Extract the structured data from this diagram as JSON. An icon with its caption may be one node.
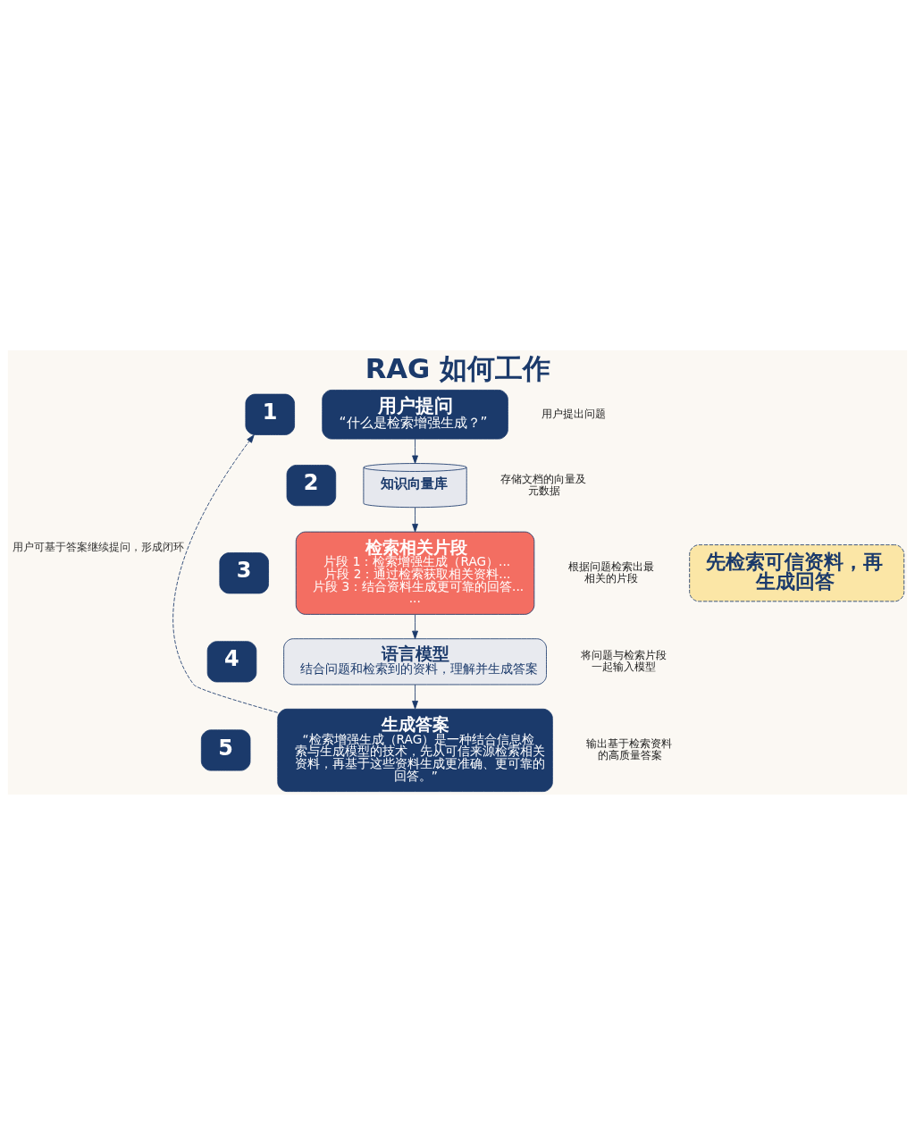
{
  "diagram": {
    "title": "RAG 如何工作",
    "nodes": [
      {
        "text": [
          "1"
        ]
      },
      {
        "text": [
          "用户提问",
          "“什么是检索增强生成？”"
        ],
        "beside": [
          "用户提出问题"
        ]
      },
      {
        "text": [
          "2"
        ]
      },
      {
        "text": [
          "知识向量库"
        ],
        "beside": [
          "存储文档的向量及元数据"
        ]
      },
      {
        "text": [
          "3"
        ]
      },
      {
        "text": [
          "检索相关片段",
          "片段 1：检索增强生成（RAG）...",
          "片段 2：通过检索获取相关资料...",
          "片段 3：结合资料生成更可靠的回答...",
          "..."
        ],
        "beside": [
          "根据问题检索出最相关的片段"
        ]
      },
      {
        "text": [
          "4"
        ]
      },
      {
        "text": [
          "语言模型",
          "结合问题和检索到的资料，理解并生成答案"
        ],
        "beside": [
          "将问题与检索片段一起输入模型"
        ]
      },
      {
        "text": [
          "5"
        ]
      },
      {
        "text": [
          "生成答案",
          "“检索增强生成（RAG）是一种结合信息检索与生成模型的技术，先从可信来源检索相关资料，再基于这些资料生成更准确、更可靠的回答。”"
        ],
        "beside": [
          "输出基于检索资料的高质量答案"
        ]
      },
      {
        "text": [
          "先检索可信资料，再生成回答"
        ]
      }
    ],
    "edges": [
      {
        "from": 1,
        "to": 3,
        "arrow": "to"
      },
      {
        "from": 3,
        "to": 5,
        "arrow": "to"
      },
      {
        "from": 5,
        "to": 7,
        "arrow": "to"
      },
      {
        "from": 7,
        "to": 9,
        "arrow": "to"
      },
      {
        "from": 9,
        "to": 0,
        "arrow": "to",
        "style": "dashed",
        "label": "用户可基于答案继续提问，形成闭环"
      }
    ]
  }
}
